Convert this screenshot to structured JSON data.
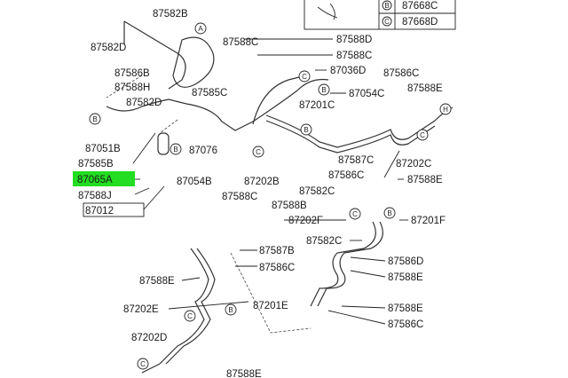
{
  "highlight_color": "#22dd22",
  "highlighted_part": "87065A",
  "legend_table": [
    {
      "key": "B",
      "part": "87668C"
    },
    {
      "key": "C",
      "part": "87668D"
    }
  ],
  "callouts": [
    "A",
    "B",
    "C",
    "H"
  ],
  "labels": {
    "l1": "87582B",
    "l2": "87582D",
    "l3": "87588C",
    "l4": "87586B",
    "l5": "87588H",
    "l6": "87585C",
    "l7": "87582D",
    "l8": "87051B",
    "l9": "87585B",
    "l10": "87065A",
    "l11": "87588J",
    "l12": "87012",
    "l13": "87076",
    "l14": "87054B",
    "l15": "87202B",
    "l16": "87588C",
    "l17": "87588D",
    "l18": "87588C",
    "l19": "87036D",
    "l20": "87054C",
    "l21": "87201C",
    "l22": "87586C",
    "l23": "87588E",
    "l24": "87587C",
    "l25": "87586C",
    "l26": "87202C",
    "l27": "87588E",
    "l28": "87582C",
    "l29": "87588B",
    "l30": "87202F",
    "l31": "87201F",
    "l32": "87582C",
    "l33": "87587B",
    "l34": "87586C",
    "l35": "87586D",
    "l36": "87588E",
    "l37": "87588E",
    "l38": "87202E",
    "l39": "87201E",
    "l40": "87588E",
    "l41": "87586C",
    "l42": "87202D",
    "l43": "87588E"
  }
}
